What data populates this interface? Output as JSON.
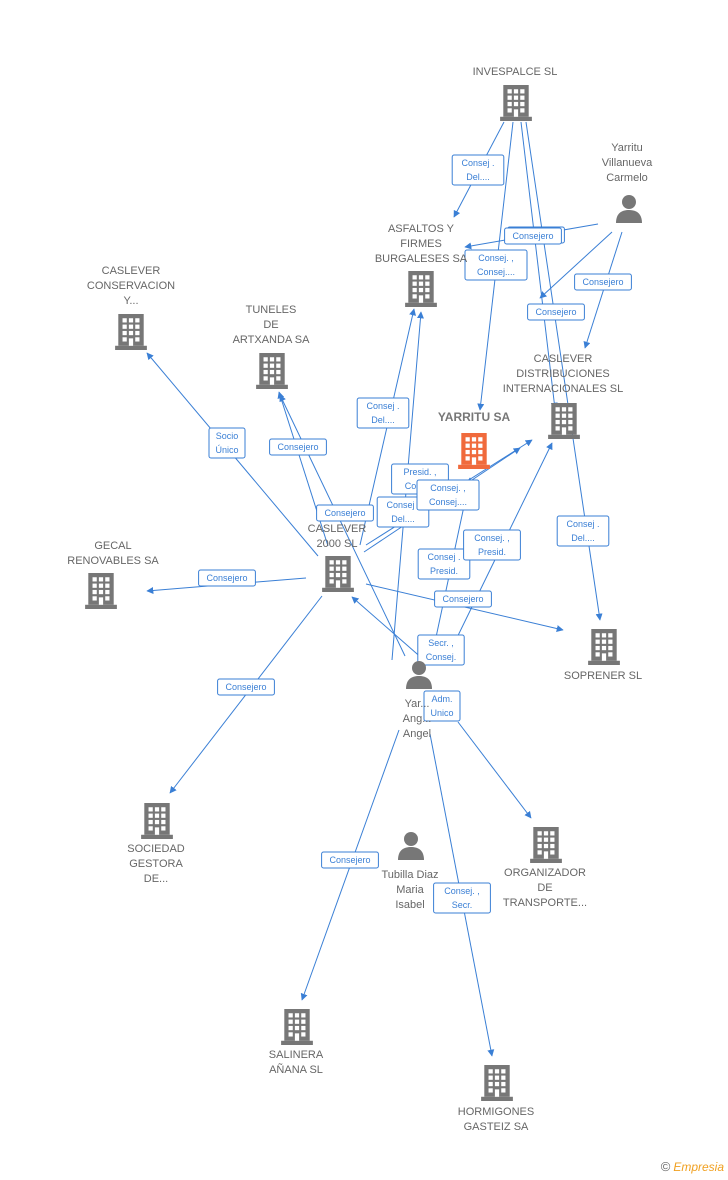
{
  "colors": {
    "edge": "#3a7fd5",
    "company": "#777777",
    "highlight": "#f06a3c",
    "person": "#777777"
  },
  "nodes": [
    {
      "id": "invespalce",
      "type": "company",
      "label": [
        "INVESPALCE SL"
      ],
      "icon": "building-icon"
    },
    {
      "id": "yarritu_villanueva",
      "type": "person",
      "label": [
        "Yarritu",
        "Villanueva",
        "Carmelo"
      ],
      "icon": "person-icon"
    },
    {
      "id": "asfaltos",
      "type": "company",
      "label": [
        "ASFALTOS Y",
        "FIRMES",
        "BURGALESES SA"
      ],
      "icon": "building-icon"
    },
    {
      "id": "caslever_cons",
      "type": "company",
      "label": [
        "CASLEVER",
        "CONSERVACION",
        "Y..."
      ],
      "icon": "building-icon"
    },
    {
      "id": "tuneles",
      "type": "company",
      "label": [
        "TUNELES",
        "DE",
        "ARTXANDA SA"
      ],
      "icon": "building-icon"
    },
    {
      "id": "caslever_dist",
      "type": "company",
      "label": [
        "CASLEVER",
        "DISTRIBUCIONES",
        "INTERNACIONALES SL"
      ],
      "icon": "building-icon"
    },
    {
      "id": "yarritu_sa",
      "type": "company-main",
      "label": [
        "YARRITU SA"
      ],
      "icon": "building-icon"
    },
    {
      "id": "caslever2000",
      "type": "company",
      "label": [
        "CASLEVER",
        "2000 SL"
      ],
      "icon": "building-icon"
    },
    {
      "id": "gecal",
      "type": "company",
      "label": [
        "GECAL",
        "RENOVABLES SA"
      ],
      "icon": "building-icon"
    },
    {
      "id": "soprener",
      "type": "company",
      "label": [
        "SOPRENER SL"
      ],
      "icon": "building-icon"
    },
    {
      "id": "yarritu_angel",
      "type": "person",
      "label": [
        "Yar...",
        "Ang...",
        "Angel"
      ],
      "icon": "person-icon"
    },
    {
      "id": "sociedad",
      "type": "company",
      "label": [
        "SOCIEDAD",
        "GESTORA",
        "DE..."
      ],
      "icon": "building-icon"
    },
    {
      "id": "tubilla",
      "type": "person",
      "label": [
        "Tubilla Diaz",
        "Maria",
        "Isabel"
      ],
      "icon": "person-icon"
    },
    {
      "id": "organizador",
      "type": "company",
      "label": [
        "ORGANIZADOR",
        "DE",
        "TRANSPORTE..."
      ],
      "icon": "building-icon"
    },
    {
      "id": "salinera",
      "type": "company",
      "label": [
        "SALINERA",
        "AÑANA SL"
      ],
      "icon": "building-icon"
    },
    {
      "id": "hormigones",
      "type": "company",
      "label": [
        "HORMIGONES",
        "GASTEIZ SA"
      ],
      "icon": "building-icon"
    }
  ],
  "edges": [
    {
      "from": "invespalce",
      "to": "asfaltos",
      "label": [
        "Consej .",
        "Del...."
      ]
    },
    {
      "from": "invespalce",
      "to": "yarritu_sa",
      "label": [
        "Consej. ,",
        "Consej...."
      ]
    },
    {
      "from": "invespalce",
      "to": "caslever_dist",
      "label": [
        "Consejero"
      ]
    },
    {
      "from": "invespalce",
      "to": "soprener",
      "label": [
        "Consej .",
        "Del...."
      ]
    },
    {
      "from": "yarritu_villanueva",
      "to": "yarritu_sa",
      "label": [
        "Consejero"
      ]
    },
    {
      "from": "yarritu_villanueva",
      "to": "caslever_dist",
      "label": [
        "Consejero"
      ]
    },
    {
      "from": "yarritu_villanueva",
      "to": "caslever_dist",
      "label": [
        "Consejero"
      ]
    },
    {
      "from": "caslever2000",
      "to": "asfaltos",
      "label": [
        "Consej .",
        "Del...."
      ]
    },
    {
      "from": "caslever2000",
      "to": "caslever_cons",
      "label": [
        "Socio",
        "Único"
      ]
    },
    {
      "from": "caslever2000",
      "to": "tuneles",
      "label": [
        "Consejero"
      ]
    },
    {
      "from": "caslever2000",
      "to": "gecal",
      "label": [
        "Consejero"
      ]
    },
    {
      "from": "caslever2000",
      "to": "yarritu_sa",
      "label": [
        "Consej .",
        "Del...."
      ]
    },
    {
      "from": "caslever2000",
      "to": "caslever_dist",
      "label": [
        "Presid. ,",
        "Consej."
      ]
    },
    {
      "from": "caslever2000",
      "to": "soprener",
      "label": [
        "Consejero"
      ]
    },
    {
      "from": "caslever2000",
      "to": "sociedad",
      "label": [
        "Consejero"
      ]
    },
    {
      "from": "yarritu_angel",
      "to": "tuneles",
      "label": [
        "Consejero"
      ]
    },
    {
      "from": "yarritu_angel",
      "to": "asfaltos",
      "label": [
        "Consej .",
        "Presid."
      ]
    },
    {
      "from": "yarritu_angel",
      "to": "yarritu_sa",
      "label": [
        "Consej. ,",
        "Consej...."
      ]
    },
    {
      "from": "yarritu_angel",
      "to": "caslever_dist",
      "label": [
        "Consej. ,",
        "Presid."
      ]
    },
    {
      "from": "yarritu_angel",
      "to": "caslever2000",
      "label": [
        "Secr. ,",
        "Consej."
      ]
    },
    {
      "from": "yarritu_angel",
      "to": "organizador",
      "label": [
        "Adm.",
        "Unico"
      ]
    },
    {
      "from": "yarritu_angel",
      "to": "salinera",
      "label": [
        "Consejero"
      ]
    },
    {
      "from": "yarritu_angel",
      "to": "hormigones",
      "label": [
        "Consej. ,",
        "Secr."
      ]
    }
  ],
  "footer": {
    "copyright": "©",
    "brand": "Empresia"
  }
}
